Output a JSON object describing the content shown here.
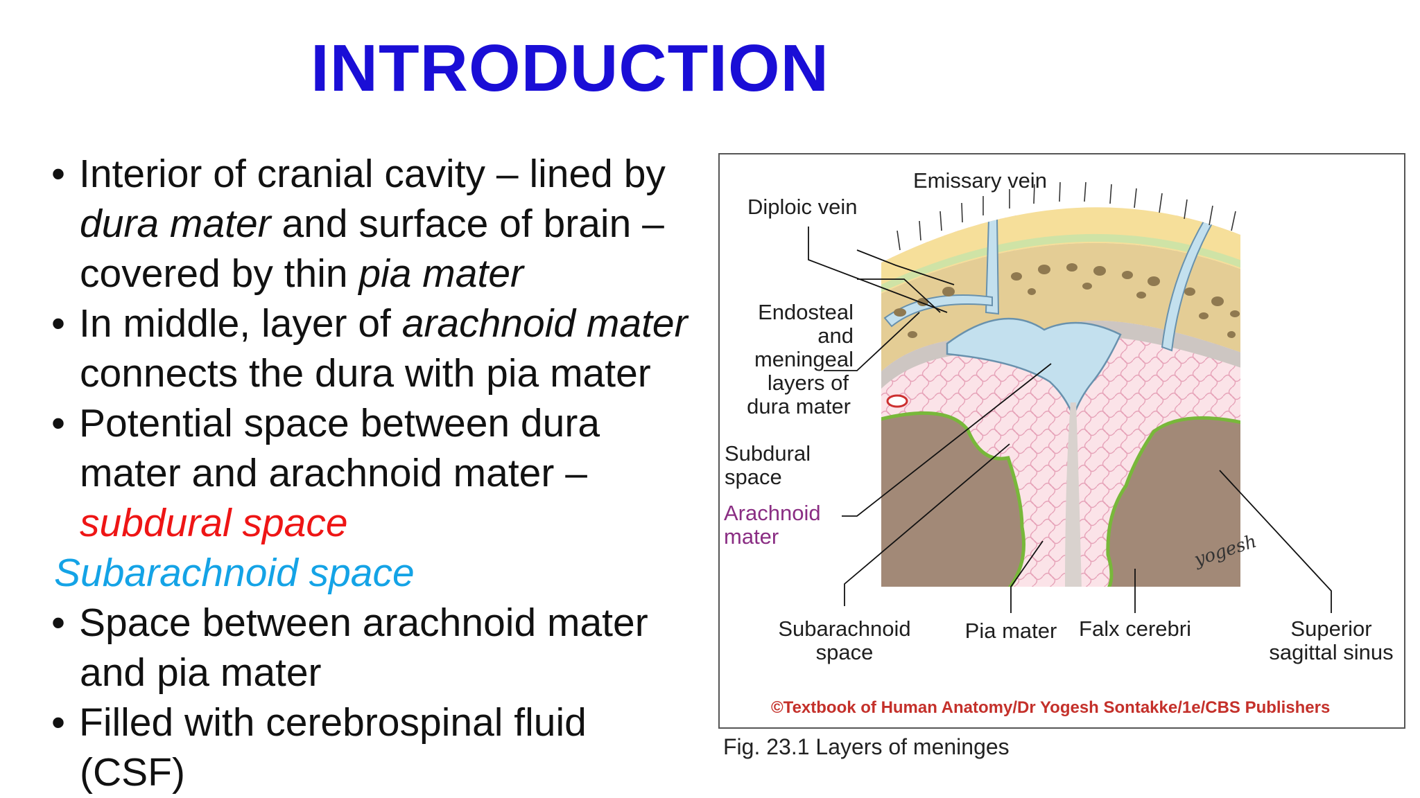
{
  "title": "INTRODUCTION",
  "bullets": {
    "b1": {
      "l1_a": "Interior of cranial cavity ",
      "l1_dash": "–",
      "l1_b": " lined by",
      "l2_it": "dura mater",
      "l2_b": " and surface of brain ",
      "l2_dash": "–",
      "l3_a": "covered by thin ",
      "l3_it": "pia mater"
    },
    "b2": {
      "l1_a": "In middle, layer of ",
      "l1_it": "arachnoid mater",
      "l2": "connects the dura with pia mater"
    },
    "b3": {
      "l1": "Potential space between dura",
      "l2_a": "mater and arachnoid mater ",
      "l2_dash": "–",
      "l3": "subdural space"
    },
    "heading": "Subarachnoid space",
    "b4": {
      "l1": "Space between arachnoid mater",
      "l2": "and pia mater"
    },
    "b5": {
      "l1": "Filled with cerebrospinal fluid",
      "l2": "(CSF)"
    }
  },
  "figure": {
    "labels": {
      "emissary_vein": "Emissary vein",
      "diploic_vein": "Diploic vein",
      "endosteal_1": "Endosteal",
      "endosteal_2": "and",
      "endosteal_3": "meningeal",
      "endosteal_4": "layers of",
      "endosteal_5": "dura mater",
      "subdural_1": "Subdural",
      "subdural_2": "space",
      "arachnoid_1": "Arachnoid",
      "arachnoid_2": "mater",
      "subarachnoid_1": "Subarachnoid",
      "subarachnoid_2": "space",
      "pia_mater": "Pia mater",
      "falx_cerebri": "Falx cerebri",
      "superior_1": "Superior",
      "superior_2": "sagittal sinus"
    },
    "signature": "yogesh",
    "copyright": "©Textbook of Human Anatomy/Dr Yogesh Sontakke/1e/CBS Publishers"
  },
  "caption": "Fig. 23.1 Layers of meninges",
  "colors": {
    "title": "#1a0ed6",
    "subdural": "#ee1515",
    "subarachnoid_heading": "#14a3e6",
    "arachnoid_label": "#8a2d83",
    "copyright": "#c4302a"
  }
}
